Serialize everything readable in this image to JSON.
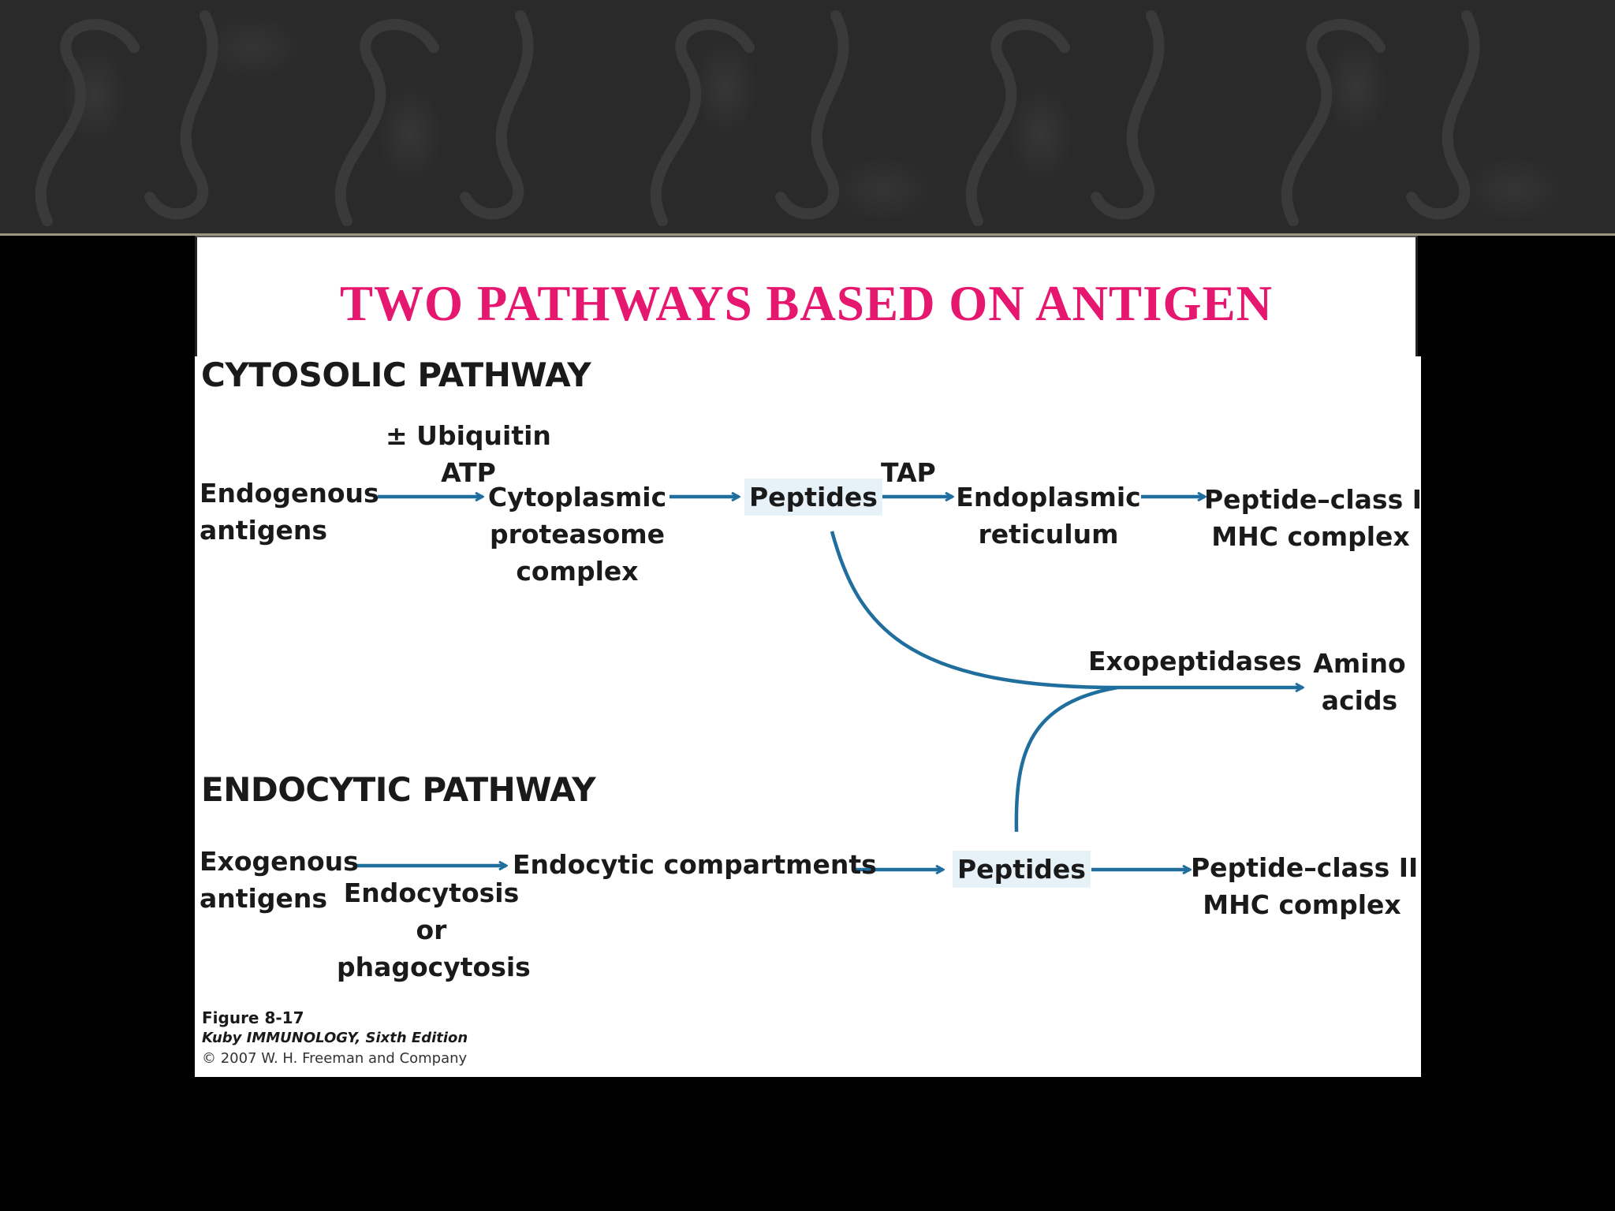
{
  "slide": {
    "title": "TWO PATHWAYS BASED ON ANTIGEN"
  },
  "diagram": {
    "cytosolic": {
      "heading": "CYTOSOLIC PATHWAY",
      "endogenous": [
        "Endogenous",
        "antigens"
      ],
      "ubiquitin": "± Ubiquitin",
      "atp": "ATP",
      "proteasome": [
        "Cytoplasmic",
        "proteasome",
        "complex"
      ],
      "peptides": "Peptides",
      "tap": "TAP",
      "er": [
        "Endoplasmic",
        "reticulum"
      ],
      "mhc1": [
        "Peptide–class I",
        "MHC complex"
      ]
    },
    "exopeptidases": "Exopeptidases",
    "amino_acids": [
      "Amino",
      "acids"
    ],
    "endocytic": {
      "heading": "ENDOCYTIC PATHWAY",
      "exogenous": [
        "Exogenous",
        "antigens"
      ],
      "uptake": [
        "Endocytosis",
        "or",
        "phagocytosis"
      ],
      "compartments": "Endocytic compartments",
      "peptides": "Peptides",
      "mhc2": [
        "Peptide–class II",
        "MHC complex"
      ]
    },
    "caption": {
      "figure": "Figure 8-17",
      "book": "Kuby IMMUNOLOGY, Sixth Edition",
      "copyright": "© 2007 W. H. Freeman and Company"
    },
    "arrow_color": "#1f6e9e"
  }
}
